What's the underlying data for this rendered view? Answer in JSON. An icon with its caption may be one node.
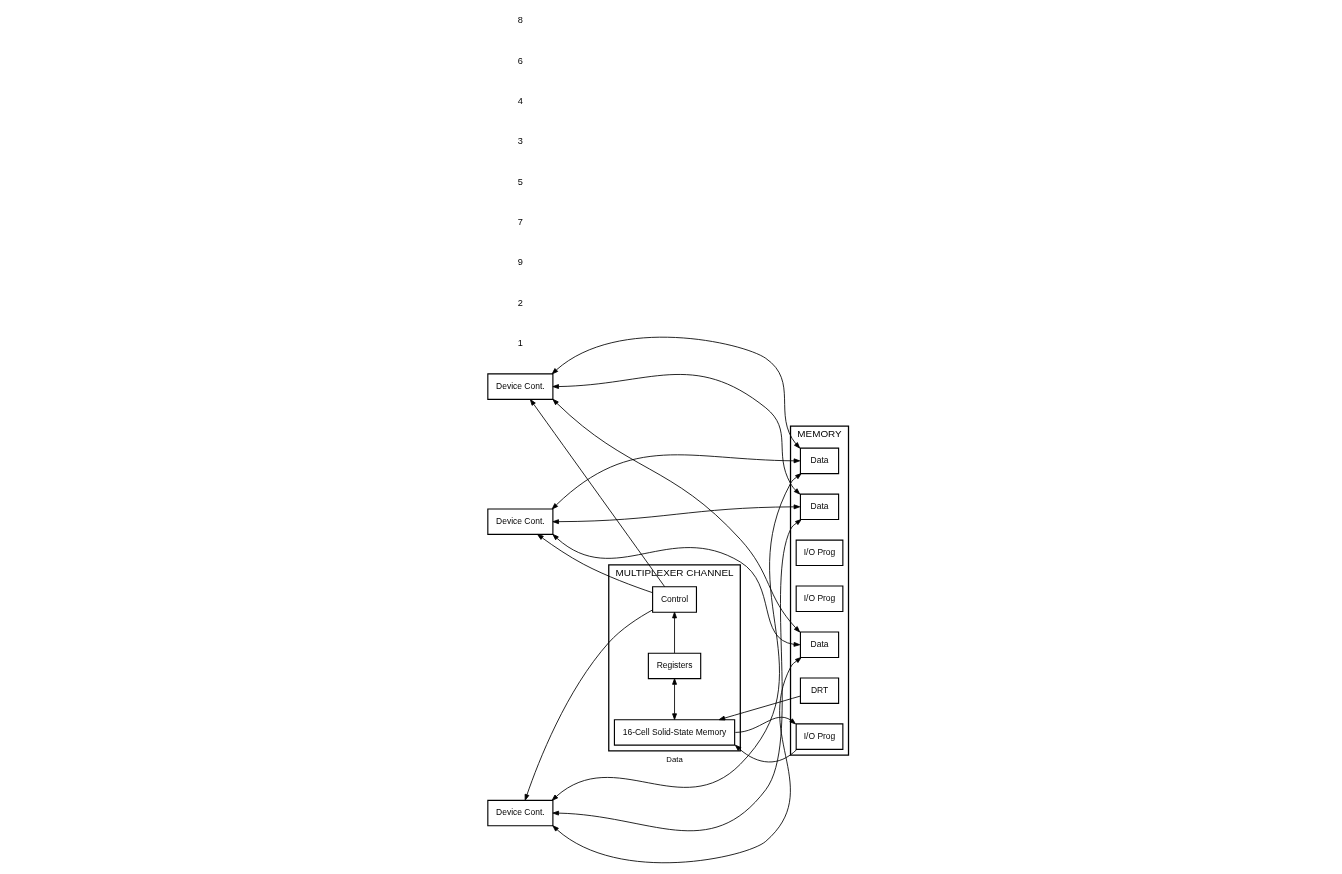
{
  "diagram": {
    "nodes": [
      {
        "text": [
          "MULTIPLEXER CHANNEL"
        ]
      },
      {
        "text": [
          "16-Cell Solid-State Memory"
        ],
        "in": 0
      },
      {
        "text": [
          "Registers"
        ],
        "in": 0
      },
      {
        "text": [
          "Control"
        ],
        "in": 0
      },
      {
        "text": [
          "MEMORY"
        ]
      },
      {
        "text": [
          "DRT"
        ],
        "in": 4
      },
      {
        "text": [
          "I/O Prog"
        ],
        "in": 4
      },
      {
        "text": [
          "I/O Prog"
        ],
        "in": 4
      },
      {
        "text": [
          "I/O Prog"
        ],
        "in": 4
      },
      {
        "text": [
          "Data"
        ],
        "in": 4
      },
      {
        "text": [
          "Data"
        ],
        "in": 4
      },
      {
        "text": [
          "Data"
        ],
        "in": 4
      },
      {
        "text": [
          "Device Cont."
        ]
      },
      {
        "text": [
          "Device Cont."
        ]
      },
      {
        "text": [
          "Device Cont."
        ]
      }
    ],
    "edges": [
      {
        "from": 5,
        "to": 1,
        "arrow": "to"
      },
      {
        "from": 1,
        "to": 6,
        "arrow": "to"
      },
      {
        "from": 6,
        "to": 1,
        "arrow": "to"
      },
      {
        "from": 1,
        "to": 2,
        "arrow": "both"
      },
      {
        "from": 2,
        "to": 3,
        "arrow": "to"
      },
      {
        "from": 3,
        "to": 12,
        "arrow": "to"
      },
      {
        "from": 3,
        "to": 13,
        "arrow": "to"
      },
      {
        "from": 3,
        "to": 14,
        "arrow": "to"
      },
      {
        "from": 12,
        "to": 9,
        "arrow": "both"
      },
      {
        "from": 12,
        "to": 10,
        "arrow": "both"
      },
      {
        "from": 12,
        "to": 11,
        "arrow": "both"
      },
      {
        "from": 13,
        "to": 9,
        "arrow": "both"
      },
      {
        "from": 13,
        "to": 10,
        "arrow": "both"
      },
      {
        "from": 13,
        "to": 11,
        "arrow": "both"
      },
      {
        "from": 14,
        "to": 9,
        "arrow": "both",
        "label": "Data"
      },
      {
        "from": 14,
        "to": 10,
        "arrow": "both"
      },
      {
        "from": 14,
        "to": 11,
        "arrow": "both"
      }
    ],
    "labels": [
      "1",
      "2",
      "9",
      "7",
      "5",
      "3",
      "4",
      "6",
      "8"
    ]
  }
}
